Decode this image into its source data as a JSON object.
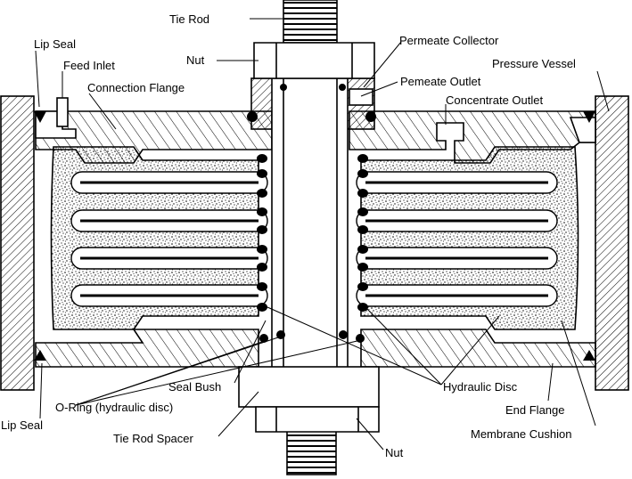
{
  "labels": {
    "tie_rod": "Tie Rod",
    "lip_seal_top": "Lip Seal",
    "feed_inlet": "Feed Inlet",
    "nut_top": "Nut",
    "connection_flange": "Connection Flange",
    "permeate_collector": "Permeate Collector",
    "permeate_outlet": "Pemeate Outlet",
    "pressure_vessel": "Pressure Vessel",
    "concentrate_outlet": "Concentrate Outlet",
    "seal_bush": "Seal Bush",
    "o_ring": "O-Ring (hydraulic disc)",
    "hydraulic_disc": "Hydraulic Disc",
    "end_flange": "End Flange",
    "lip_seal_bottom": "Lip Seal",
    "tie_rod_spacer": "Tie Rod Spacer",
    "membrane_cushion": "Membrane Cushion",
    "nut_bottom": "Nut"
  },
  "colors": {
    "line": "#000000",
    "background": "#ffffff"
  }
}
